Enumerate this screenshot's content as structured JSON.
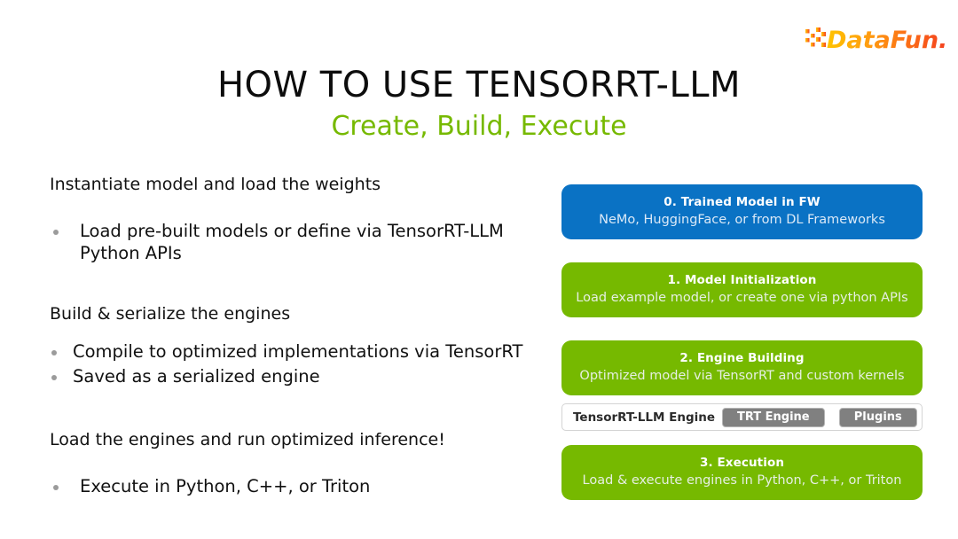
{
  "brand": {
    "logo_name": "datafun-logo",
    "logo_text": "DataFun.",
    "logo_gradient_start": "#ffc400",
    "logo_gradient_end": "#f4401f"
  },
  "slide": {
    "title": "HOW TO USE TENSORRT-LLM",
    "subtitle": "Create, Build, Execute",
    "title_color": "#0d0d0d",
    "subtitle_color": "#76b900",
    "background": "#ffffff"
  },
  "left_column": {
    "groups": [
      {
        "heading": "Instantiate model and load the weights",
        "bullets": [
          "Load pre-built models or define via TensorRT-LLM Python APIs"
        ]
      },
      {
        "heading": "Build & serialize the engines",
        "bullets": [
          "Compile to optimized implementations via TensorRT",
          "Saved as a serialized engine"
        ]
      },
      {
        "heading": "Load the engines and run optimized inference!",
        "bullets": [
          "Execute in Python, C++, or Triton"
        ]
      }
    ],
    "bullet_marker_color": "#9b9b9b"
  },
  "diagram": {
    "stages": [
      {
        "title": "0. Trained Model in FW",
        "subtitle": "NeMo, HuggingFace, or from DL Frameworks",
        "color": "#0a72c4"
      },
      {
        "title": "1. Model Initialization",
        "subtitle": "Load example model, or create one via python APIs",
        "color": "#76b900"
      },
      {
        "title": "2. Engine Building",
        "subtitle": "Optimized model via TensorRT and custom kernels",
        "color": "#76b900"
      },
      {
        "title": "3. Execution",
        "subtitle": "Load & execute engines in Python, C++, or Triton",
        "color": "#76b900"
      }
    ],
    "engine_bar": {
      "label": "TensorRT-LLM Engine",
      "chips": [
        {
          "label": "TRT Engine"
        },
        {
          "label": "Plugins"
        }
      ],
      "chip_color": "#808080",
      "bar_background": "#ffffff",
      "bar_border": "#d4d4d4"
    }
  }
}
